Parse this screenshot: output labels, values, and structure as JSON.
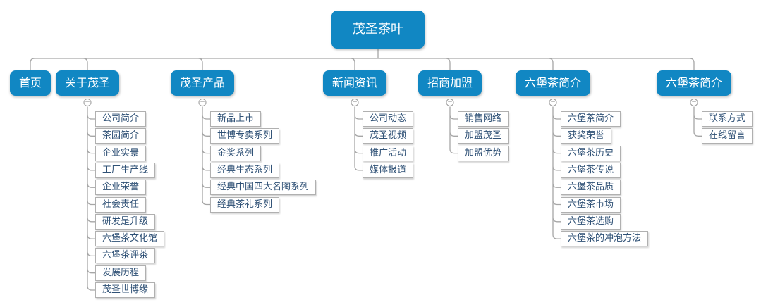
{
  "diagram": {
    "root_label": "茂圣茶叶",
    "collapse_glyph": "−",
    "colors": {
      "background": "#ffffff",
      "node_fill": "#1187c3",
      "node_text": "#ffffff",
      "leaf_border": "#b0b0b0",
      "leaf_text": "#2f5176",
      "line": "#a6a6a6"
    },
    "branches": [
      {
        "label": "首页",
        "children": []
      },
      {
        "label": "关于茂圣",
        "children": [
          "公司简介",
          "茶园简介",
          "企业实景",
          "工厂生产线",
          "企业荣誉",
          "社会责任",
          "研发是升级",
          "六堡茶文化馆",
          "六堡茶评茶",
          "发展历程",
          "茂圣世博缘"
        ]
      },
      {
        "label": "茂圣产品",
        "children": [
          "新品上市",
          "世博专卖系列",
          "金奖系列",
          "经典生态系列",
          "经典中国四大名陶系列",
          "经典茶礼系列"
        ]
      },
      {
        "label": "新闻资讯",
        "children": [
          "公司动态",
          "茂圣视频",
          "推广活动",
          "媒体报道"
        ]
      },
      {
        "label": "招商加盟",
        "children": [
          "销售网络",
          "加盟茂圣",
          "加盟优势"
        ]
      },
      {
        "label": "六堡茶简介",
        "children": [
          "六堡茶简介",
          "获奖荣誉",
          "六堡茶历史",
          "六堡茶传说",
          "六堡茶品质",
          "六堡茶市场",
          "六堡茶选购",
          "六堡茶的冲泡方法"
        ]
      },
      {
        "label": "六堡茶简介",
        "children": [
          "联系方式",
          "在线留言"
        ]
      }
    ]
  }
}
